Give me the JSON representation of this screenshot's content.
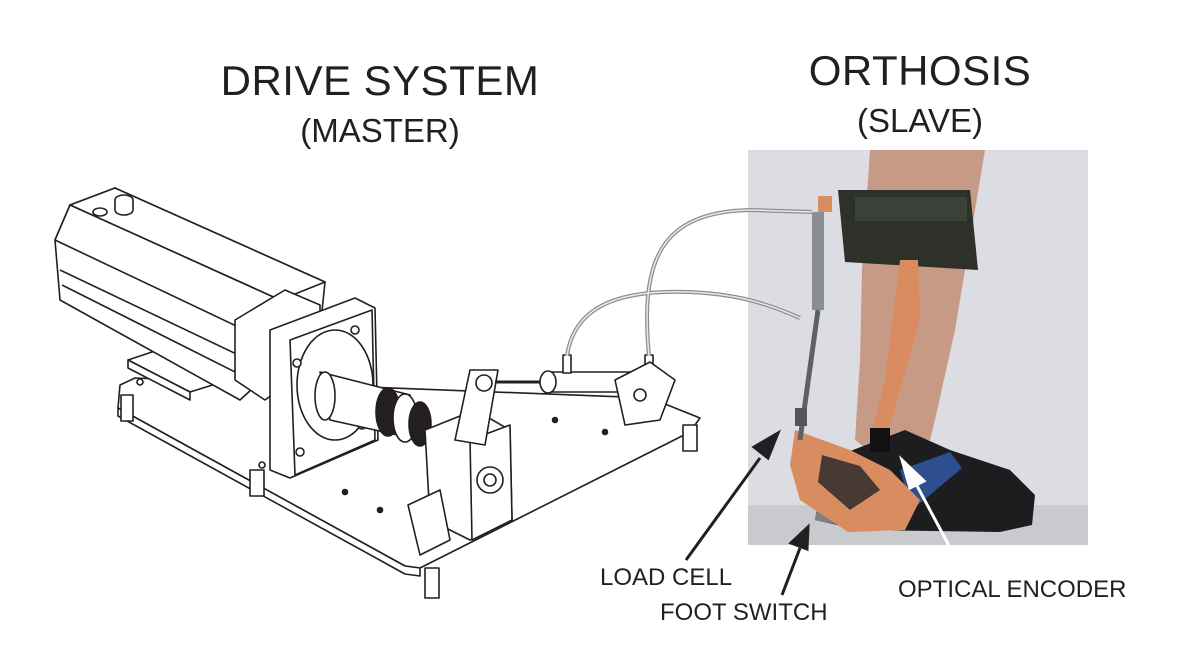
{
  "drive_system": {
    "title": "DRIVE SYSTEM",
    "subtitle": "(MASTER)"
  },
  "orthosis": {
    "title": "ORTHOSIS",
    "subtitle": "(SLAVE)"
  },
  "callouts": {
    "load_cell": "LOAD CELL",
    "foot_switch": "FOOT SWITCH",
    "optical_encoder": "OPTICAL ENCODER"
  },
  "colors": {
    "line": "#231f20",
    "orthosis_frame": "#d98c5f",
    "photo_background": "#dcdde2",
    "leg_skin": "#c79a86",
    "strap": "#2d3129",
    "shoe": "#1d1d1f",
    "shoe_accent": "#2d4f8f"
  }
}
